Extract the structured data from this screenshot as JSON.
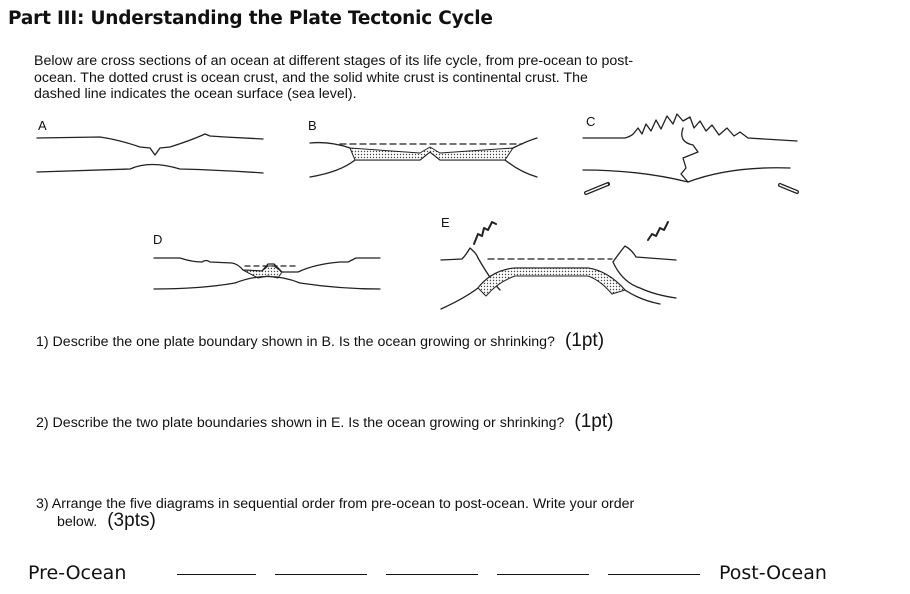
{
  "title": "Part III:  Understanding the Plate Tectonic Cycle",
  "intro": [
    "Below are cross sections of an ocean at different stages of its life cycle, from pre-ocean to post-",
    "ocean.  The dotted crust is ocean crust, and the solid white crust is continental crust.  The",
    "dashed line indicates the ocean surface (sea level)."
  ],
  "diagrams": {
    "a": "A",
    "b": "B",
    "c": "C",
    "d": "D",
    "e": "E"
  },
  "questions": {
    "q1": {
      "text": "1) Describe the one plate boundary shown in B.  Is the ocean growing or shrinking?",
      "points": "(1pt)"
    },
    "q2": {
      "text": "2) Describe the two plate boundaries shown in E. Is the ocean growing or shrinking?",
      "points": "(1pt)"
    },
    "q3": {
      "line1": "3) Arrange the five diagrams in sequential order from pre-ocean to post-ocean.  Write your order",
      "line2": "below.",
      "points": "(3pts)"
    }
  },
  "answer_row": {
    "start_label": "Pre-Ocean",
    "end_label": "Post-Ocean",
    "blank_count": 5
  }
}
